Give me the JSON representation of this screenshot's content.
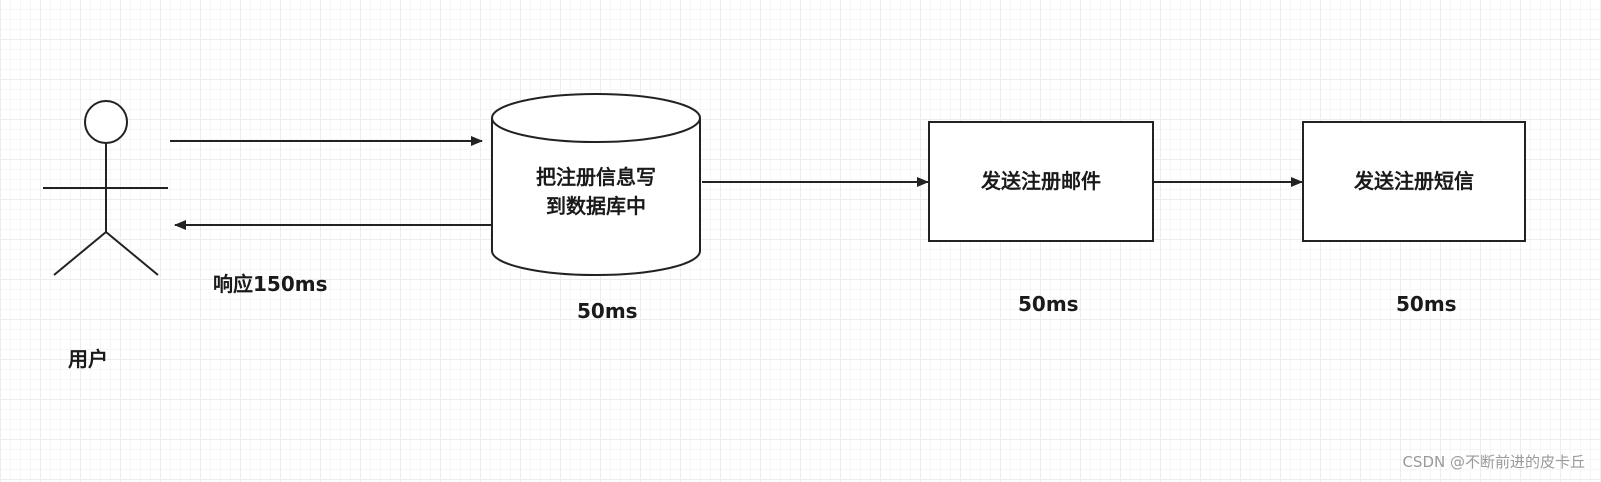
{
  "actor": {
    "label": "用户"
  },
  "response_label": "响应150ms",
  "database": {
    "line1": "把注册信息写",
    "line2": "到数据库中",
    "time": "50ms"
  },
  "email_box": {
    "label": "发送注册邮件",
    "time": "50ms"
  },
  "sms_box": {
    "label": "发送注册短信",
    "time": "50ms"
  },
  "watermark": "CSDN @不断前进的皮卡丘",
  "colors": {
    "stroke": "#222222",
    "text": "#1a1a1a",
    "grid": "#ececec",
    "watermark": "#9a9a9a"
  }
}
